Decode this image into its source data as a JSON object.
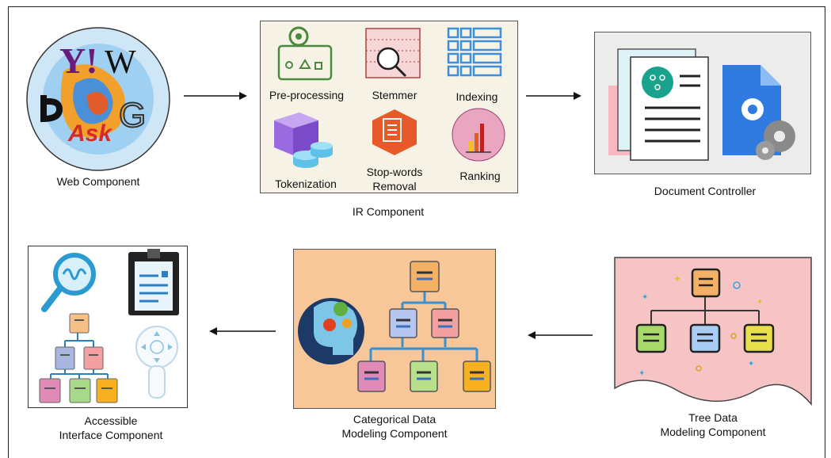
{
  "components": {
    "web": {
      "label": "Web Component",
      "logo_yahoo": "Y!",
      "logo_wiki": "W",
      "logo_ask": "Ask",
      "logo_google": "G"
    },
    "ir": {
      "label": "IR Component",
      "steps": {
        "preprocessing": "Pre-processing",
        "stemmer": "Stemmer",
        "indexing": "Indexing",
        "tokenization": "Tokenization",
        "stopwords_line1": "Stop-words",
        "stopwords_line2": "Removal",
        "ranking": "Ranking"
      }
    },
    "document": {
      "label": "Document Controller"
    },
    "accessible": {
      "label_line1": "Accessible",
      "label_line2": "Interface Component"
    },
    "categorical": {
      "label_line1": "Categorical Data",
      "label_line2": "Modeling Component"
    },
    "tree": {
      "label_line1": "Tree Data",
      "label_line2": "Modeling Component"
    }
  },
  "colors": {
    "ir_bg": "#f7f2e6",
    "doc_bg": "#ececec",
    "categorical_bg": "#f7c79a",
    "tree_bg": "#f6c4c4",
    "web_globe": "#a8d4f2"
  }
}
